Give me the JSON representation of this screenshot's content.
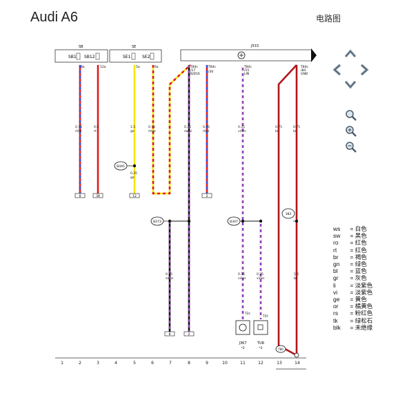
{
  "title": "Audi A6",
  "subtitle": "电路图",
  "colors": {
    "red": "#e21a1a",
    "blue": "#3a4fd6",
    "yellow": "#f2e600",
    "black": "#111111",
    "violet": "#8e3fb0",
    "darkred": "#b0141b"
  },
  "fuse_box_1": {
    "label": "SB",
    "fuses": [
      "SB1",
      "SB12"
    ],
    "pins": [
      "8a",
      "12a"
    ]
  },
  "fuse_box_2": {
    "label": "SE",
    "fuses": [
      "SE1",
      "SE2"
    ],
    "pins": [
      "5a",
      "6a"
    ]
  },
  "module": {
    "label": "J533",
    "pins": [
      {
        "id": "T84c",
        "sub": "/17",
        "extra": "B/D16"
      },
      {
        "id": "T84c",
        "sub": "/30"
      },
      {
        "id": "T84c",
        "sub": "/15",
        "extra": "LIN"
      },
      {
        "id": "T84c",
        "sub": "/84",
        "extra": "GND"
      }
    ]
  },
  "wires": [
    {
      "size": "0.75",
      "color": "rt/bl"
    },
    {
      "size": "0.5",
      "color": "rt"
    },
    {
      "size": "1.5",
      "color": "ge"
    },
    {
      "size": "0.75",
      "color": "rt/ge"
    },
    {
      "size": "0.35",
      "color": "sw/vi"
    },
    {
      "size": "0.75",
      "color": "rt/bl"
    },
    {
      "size": "0.35",
      "color": "vi/ws"
    },
    {
      "size": "0.75",
      "color": "br"
    },
    {
      "size": "0.75",
      "color": "br"
    },
    {
      "size": "0.35",
      "color": "ge"
    },
    {
      "size": "0.35",
      "color": "sw/vi"
    },
    {
      "size": "0.35",
      "color": "vi/ws"
    },
    {
      "size": "0.35",
      "color": "vi/ws"
    },
    {
      "size": "1.5",
      "color": "br"
    }
  ],
  "connectors": {
    "a": "B445",
    "b": "B273",
    "c": "B347",
    "d": "383",
    "e": "T80"
  },
  "components": [
    {
      "label": "J367",
      "sub": "*2"
    },
    {
      "label": "TUR",
      "sub": "*2"
    }
  ],
  "pin_labels": {
    "p1": "T2c",
    "p2": "T2f"
  },
  "terminals": [
    "8",
    "38",
    "12",
    "2",
    "8",
    "2"
  ],
  "bottom_numbers": [
    "1",
    "2",
    "3",
    "4",
    "5",
    "6",
    "7",
    "8",
    "9",
    "10",
    "11",
    "12",
    "13",
    "14"
  ],
  "legend": [
    {
      "code": "ws",
      "name": "白色"
    },
    {
      "code": "sw",
      "name": "黑色"
    },
    {
      "code": "ro",
      "name": "红色"
    },
    {
      "code": "rt",
      "name": "红色"
    },
    {
      "code": "br",
      "name": "褐色"
    },
    {
      "code": "gn",
      "name": "绿色"
    },
    {
      "code": "bl",
      "name": "蓝色"
    },
    {
      "code": "gr",
      "name": "灰色"
    },
    {
      "code": "li",
      "name": "淡紫色"
    },
    {
      "code": "vi",
      "name": "淡紫色"
    },
    {
      "code": "ge",
      "name": "黄色"
    },
    {
      "code": "or",
      "name": "橘黄色"
    },
    {
      "code": "rs",
      "name": "粉红色"
    },
    {
      "code": "tk",
      "name": "绿松石"
    },
    {
      "code": "blk",
      "name": "未绝缘"
    }
  ],
  "nav_icons": [
    "arrow-up-icon",
    "arrow-left-icon",
    "arrow-right-icon",
    "arrow-down-icon",
    "zoom-icon",
    "zoom-in-icon",
    "zoom-out-icon"
  ]
}
